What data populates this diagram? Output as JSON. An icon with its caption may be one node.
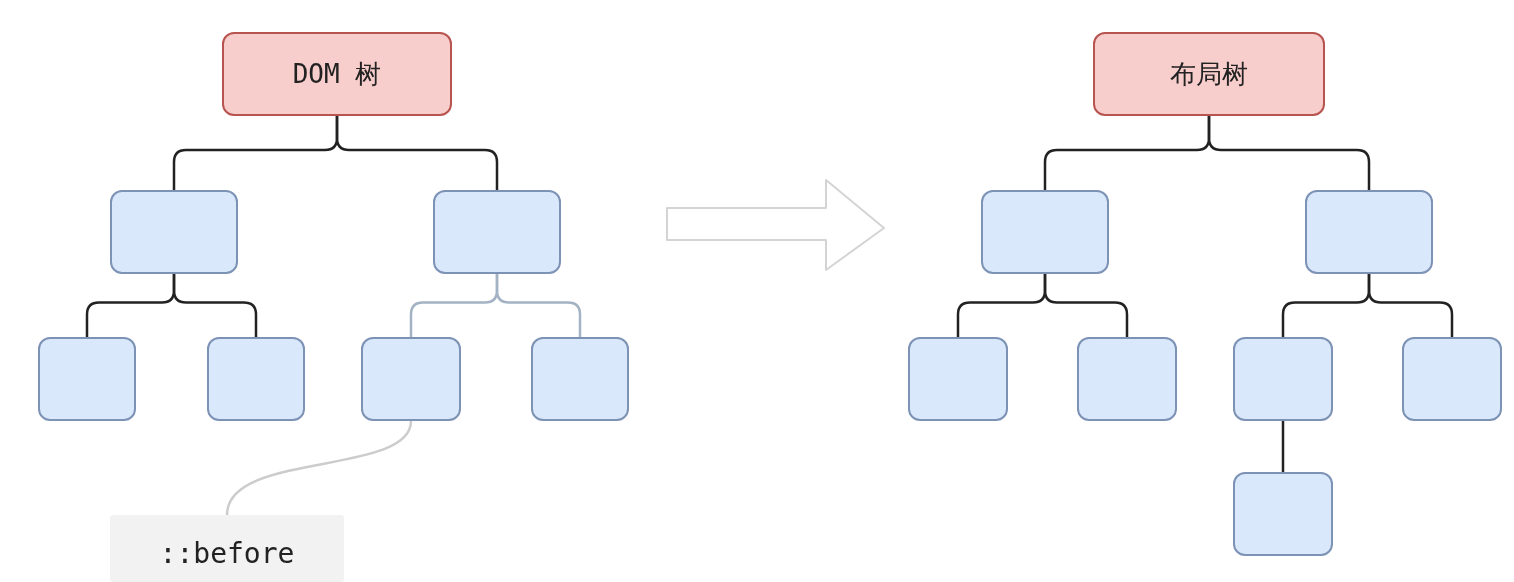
{
  "diagram": {
    "nodes": [
      {
        "text": [
          "DOM 树"
        ]
      },
      {
        "text": [],
        "shape": "box"
      },
      {
        "text": [],
        "shape": "box"
      },
      {
        "text": [],
        "shape": "box"
      },
      {
        "text": [],
        "shape": "box"
      },
      {
        "text": [],
        "shape": "box"
      },
      {
        "text": [],
        "shape": "box"
      },
      {
        "text": [
          "::before"
        ]
      },
      {
        "text": [
          "布局树"
        ]
      },
      {
        "text": [],
        "shape": "box"
      },
      {
        "text": [],
        "shape": "box"
      },
      {
        "text": [],
        "shape": "box"
      },
      {
        "text": [],
        "shape": "box"
      },
      {
        "text": [],
        "shape": "box"
      },
      {
        "text": [],
        "shape": "box"
      },
      {
        "text": [],
        "shape": "box"
      }
    ],
    "edges": [
      {
        "from": 0,
        "to": 1,
        "arrow": "none"
      },
      {
        "from": 0,
        "to": 2,
        "arrow": "none"
      },
      {
        "from": 1,
        "to": 3,
        "arrow": "none"
      },
      {
        "from": 1,
        "to": 4,
        "arrow": "none"
      },
      {
        "from": 2,
        "to": 5,
        "arrow": "none",
        "color": "#a3b3c4"
      },
      {
        "from": 2,
        "to": 6,
        "arrow": "none",
        "color": "#a3b3c4"
      },
      {
        "from": 5,
        "to": 7,
        "arrow": "none",
        "color": "#cccccc"
      },
      {
        "from": 8,
        "to": 9,
        "arrow": "none"
      },
      {
        "from": 8,
        "to": 10,
        "arrow": "none"
      },
      {
        "from": 9,
        "to": 11,
        "arrow": "none"
      },
      {
        "from": 9,
        "to": 12,
        "arrow": "none"
      },
      {
        "from": 10,
        "to": 13,
        "arrow": "none"
      },
      {
        "from": 10,
        "to": 14,
        "arrow": "none"
      },
      {
        "from": 13,
        "to": 15,
        "arrow": "none"
      }
    ]
  }
}
